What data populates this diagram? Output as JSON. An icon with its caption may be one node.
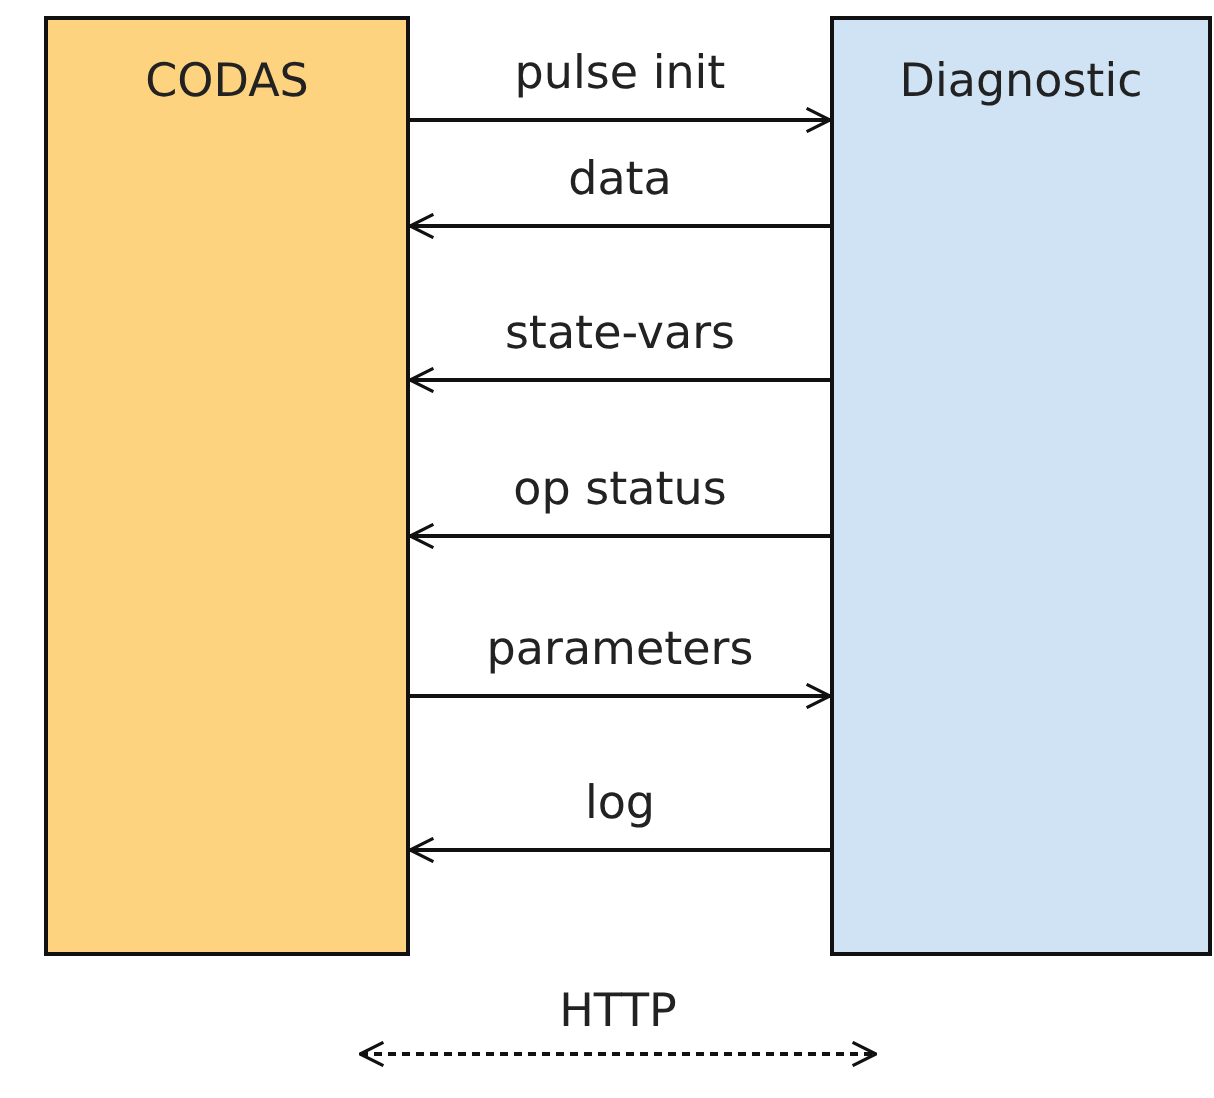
{
  "diagram": {
    "nodes": [
      {
        "text": [
          "CODAS"
        ]
      },
      {
        "text": [
          "Diagnostic"
        ]
      }
    ],
    "edges": [
      {
        "from": 0,
        "to": 1,
        "arrow": "to",
        "label": "pulse init"
      },
      {
        "from": 1,
        "to": 0,
        "arrow": "to",
        "label": "data"
      },
      {
        "from": 1,
        "to": 0,
        "arrow": "to",
        "label": "state-vars"
      },
      {
        "from": 1,
        "to": 0,
        "arrow": "to",
        "label": "op status"
      },
      {
        "from": 0,
        "to": 1,
        "arrow": "to",
        "label": "parameters"
      },
      {
        "from": 1,
        "to": 0,
        "arrow": "to",
        "label": "log"
      }
    ],
    "legend": [
      {
        "text": "HTTP"
      }
    ]
  }
}
